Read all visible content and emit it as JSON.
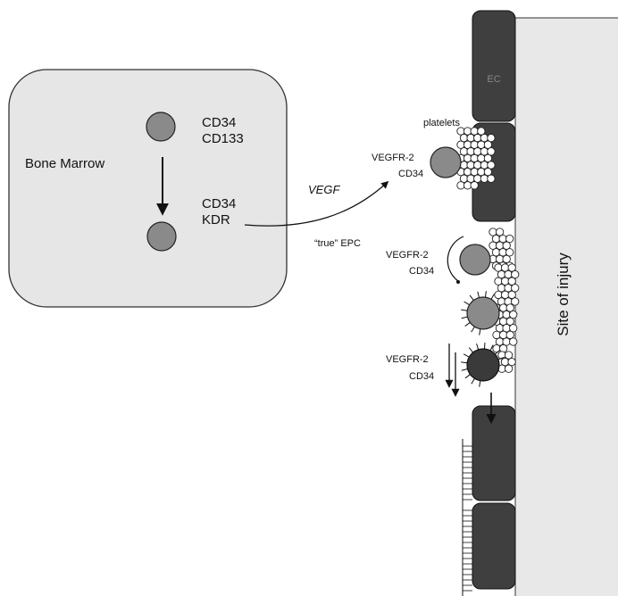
{
  "bone_marrow": {
    "title": "Bone Marrow",
    "top_cell_markers": [
      "CD34",
      "CD133"
    ],
    "bottom_cell_markers": [
      "CD34",
      "KDR"
    ]
  },
  "migration": {
    "signal_label": "VEGF",
    "cell_label": "“true” EPC"
  },
  "vessel": {
    "ec_label": "EC",
    "injury_label": "Site of injury"
  },
  "cells": {
    "platelets_label": "platelets",
    "cell1_markers": [
      "VEGFR-2",
      "CD34"
    ],
    "cell2_markers": [
      "VEGFR-2",
      "CD34"
    ],
    "cell4_markers": [
      "VEGFR-2",
      "CD34"
    ]
  },
  "colors": {
    "box_fill": "#e6e6e6",
    "endothelial_fill": "#3f3f3f",
    "cell_light": "#8a8a8a",
    "cell_dark": "#3a3a3a",
    "injury_fill": "#e8e8e8"
  }
}
